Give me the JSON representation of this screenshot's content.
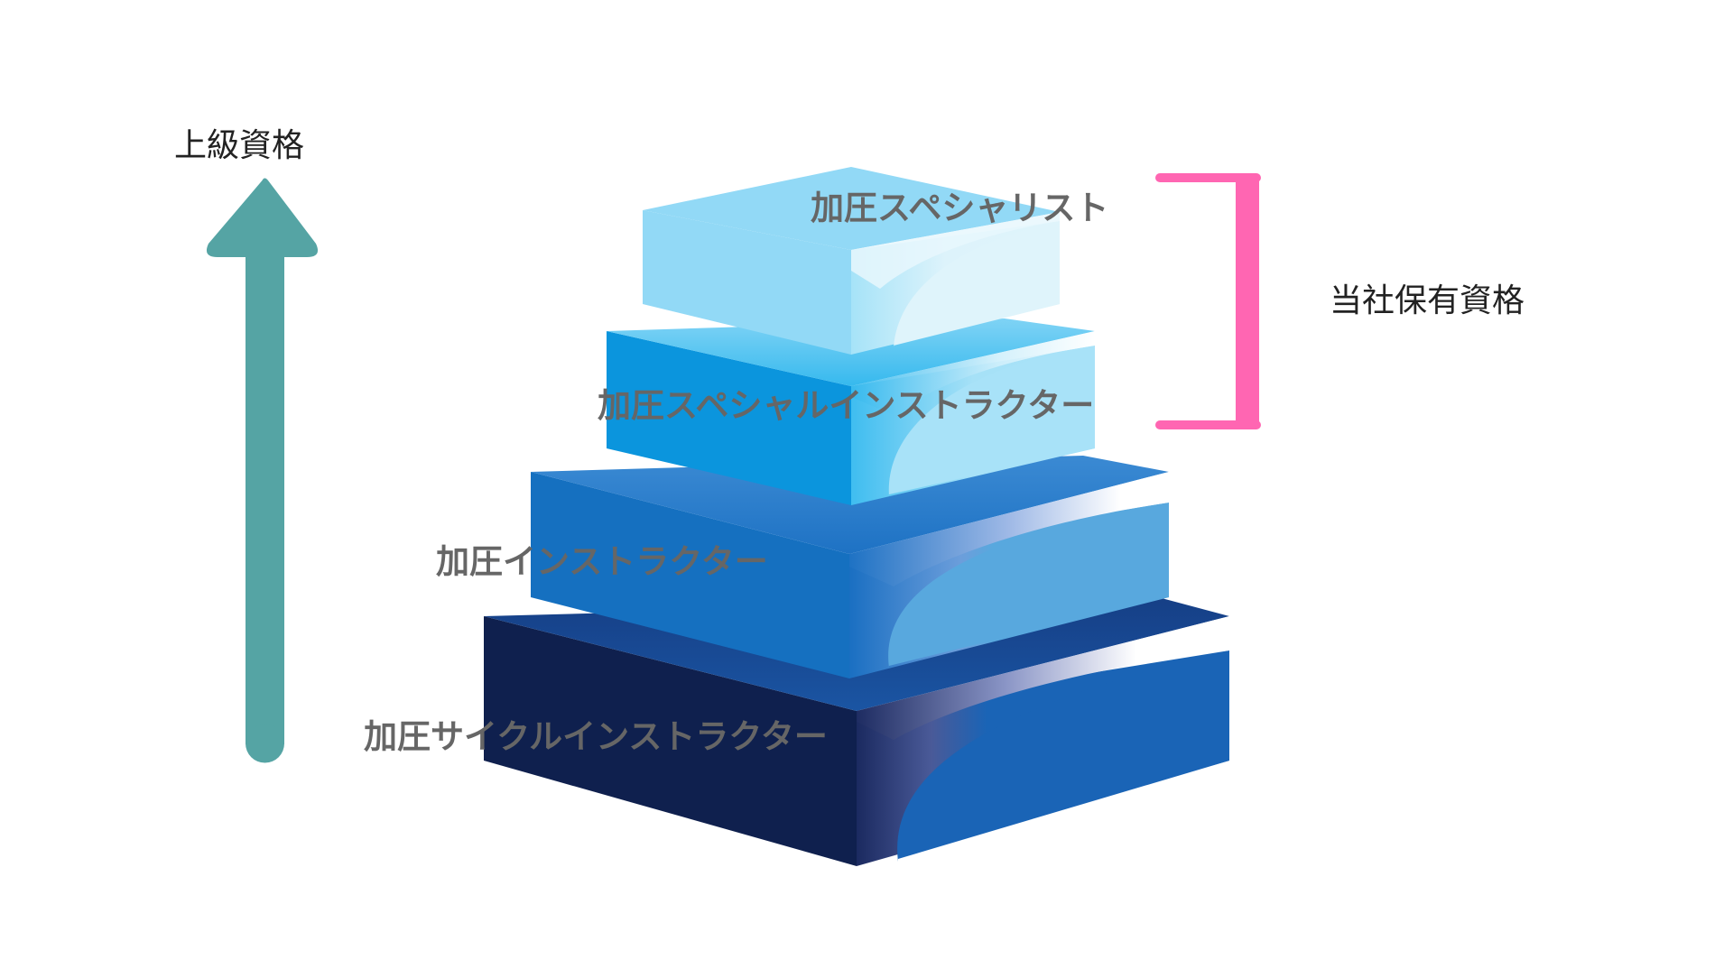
{
  "diagram": {
    "type": "3d-stacked-pyramid",
    "level_axis": {
      "label": "上級資格",
      "direction": "up",
      "arrow_color": "#55A4A4"
    },
    "tiers": [
      {
        "level": 1,
        "label": "加圧スペシャリスト",
        "top_color": "#92D9F6",
        "front_color": "#92D9F6",
        "side_color": "#DDF3FB"
      },
      {
        "level": 2,
        "label": "加圧スペシャルインストラクター",
        "top_color": "#5CC6F0",
        "front_color": "#0B95DD",
        "side_color": "#A6E1F7"
      },
      {
        "level": 3,
        "label": "加圧インストラクター",
        "top_color": "#2A7ACB",
        "front_color": "#1570C0",
        "side_color": "#58A8DE"
      },
      {
        "level": 4,
        "label": "加圧サイクルインストラクター",
        "top_color": "#174A92",
        "front_color": "#0F204E",
        "side_color": "#1A64B6"
      }
    ],
    "bracket": {
      "label": "当社保有資格",
      "covers_tiers": [
        1,
        2
      ],
      "color": "#FF66B2"
    },
    "text_color": "#666666"
  }
}
